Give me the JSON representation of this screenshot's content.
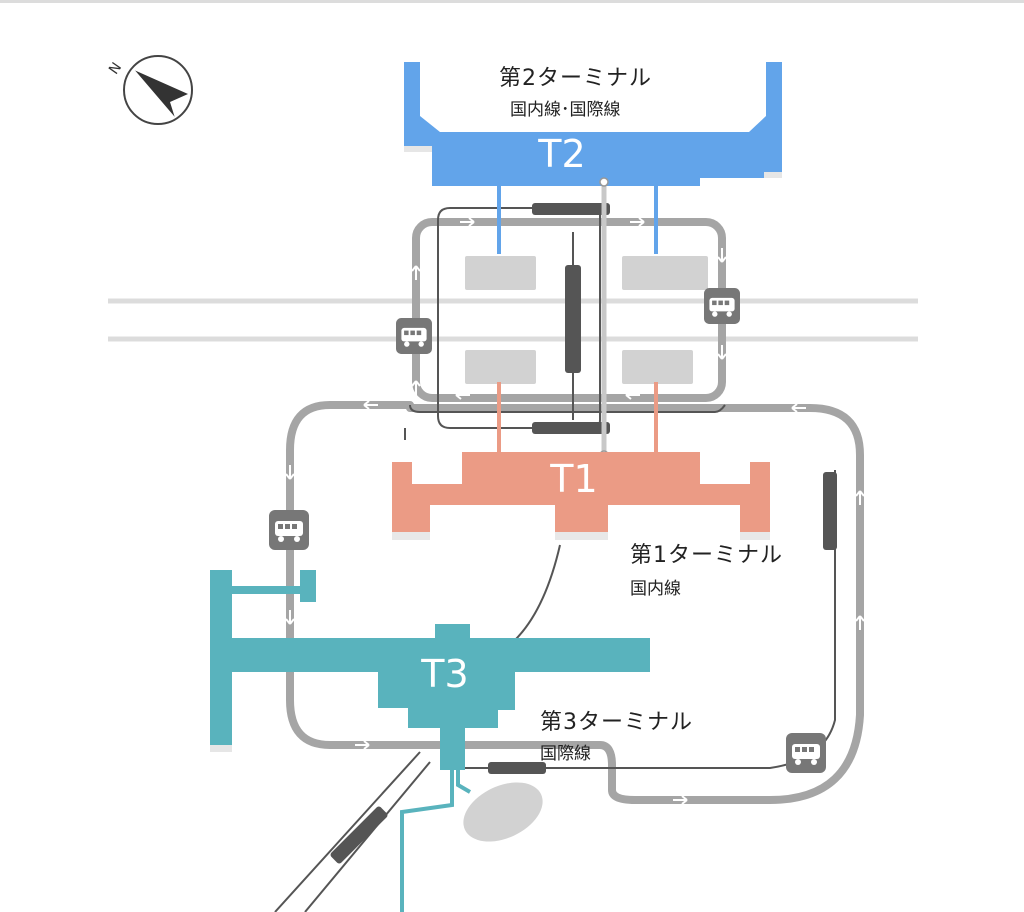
{
  "compass": {
    "label": "N",
    "icon": "compass-icon"
  },
  "terminals": [
    {
      "code": "T2",
      "name": "第2ターミナル",
      "service": "国内線･国際線",
      "color": "#62a4ea"
    },
    {
      "code": "T1",
      "name": "第1ターミナル",
      "service": "国内線",
      "color": "#eb9b85"
    },
    {
      "code": "T3",
      "name": "第3ターミナル",
      "service": "国際線",
      "color": "#59b3bd"
    }
  ],
  "colors": {
    "road": "#a5a5a5",
    "rail": "#555555",
    "shuttle_bus_stop": "#777777",
    "parking": "#d2d2d2",
    "highway": "#dcdcdc"
  },
  "icons": [
    "bus-stop-icon",
    "one-way-arrow-icon",
    "railway-line-icon"
  ]
}
